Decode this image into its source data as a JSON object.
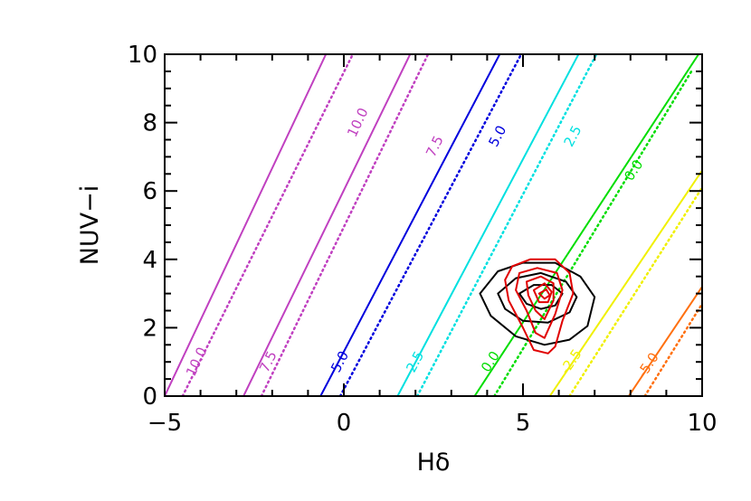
{
  "chart_data": {
    "type": "line",
    "xlabel": "Hδ",
    "ylabel": "NUV−i",
    "xlim": [
      -5,
      10
    ],
    "ylim": [
      0,
      10
    ],
    "x_ticks": [
      -5,
      0,
      5,
      10
    ],
    "x_tick_labels": [
      "−5",
      "0",
      "5",
      "10"
    ],
    "y_ticks": [
      0,
      2,
      4,
      6,
      8,
      10
    ],
    "y_tick_labels": [
      "0",
      "2",
      "4",
      "6",
      "8",
      "10"
    ],
    "grid": false,
    "series": [
      {
        "label": "10.0",
        "style": "solid",
        "color": "#c040c0",
        "points": [
          [
            -5,
            0
          ],
          [
            -0.5,
            10
          ]
        ],
        "label_at": [
          [
            -4.1,
            1.0
          ],
          [
            0.4,
            8.0
          ]
        ]
      },
      {
        "label": "10.0",
        "style": "dotted",
        "color": "#c040c0",
        "points": [
          [
            -4.5,
            0
          ],
          [
            0.25,
            10
          ]
        ]
      },
      {
        "label": "7.5",
        "style": "solid",
        "color": "#c040c0",
        "points": [
          [
            -2.8,
            0
          ],
          [
            1.85,
            10
          ]
        ],
        "label_at": [
          [
            -2.1,
            1.0
          ],
          [
            2.55,
            7.3
          ]
        ]
      },
      {
        "label": "7.5",
        "style": "dotted",
        "color": "#c040c0",
        "points": [
          [
            -2.3,
            0
          ],
          [
            2.35,
            10
          ]
        ]
      },
      {
        "label": "5.0",
        "style": "solid",
        "color": "#0000dd",
        "points": [
          [
            -0.65,
            0
          ],
          [
            4.35,
            10
          ]
        ],
        "label_at": [
          [
            -0.1,
            1.0
          ],
          [
            4.3,
            7.6
          ]
        ]
      },
      {
        "label": "5.0",
        "style": "dotted",
        "color": "#0000dd",
        "points": [
          [
            -0.1,
            0
          ],
          [
            4.95,
            10
          ]
        ]
      },
      {
        "label": "2.5",
        "style": "solid",
        "color": "#00e0e0",
        "points": [
          [
            1.5,
            0
          ],
          [
            6.55,
            10
          ]
        ],
        "label_at": [
          [
            2.0,
            1.0
          ],
          [
            6.4,
            7.6
          ]
        ]
      },
      {
        "label": "2.5",
        "style": "dotted",
        "color": "#00e0e0",
        "points": [
          [
            2.05,
            0
          ],
          [
            7.05,
            10
          ]
        ]
      },
      {
        "label": "0.0",
        "style": "solid",
        "color": "#00dd00",
        "points": [
          [
            3.65,
            0
          ],
          [
            9.9,
            10
          ]
        ],
        "label_at": [
          [
            4.1,
            1.0
          ],
          [
            8.1,
            6.6
          ]
        ]
      },
      {
        "label": "0.0",
        "style": "dotted",
        "color": "#00dd00",
        "points": [
          [
            4.2,
            0
          ],
          [
            9.7,
            9.5
          ]
        ]
      },
      {
        "label": "-2.5",
        "style": "solid",
        "color": "#f0f000",
        "points": [
          [
            5.75,
            0
          ],
          [
            10,
            6.6
          ]
        ],
        "label_at": [
          [
            6.35,
            1.0
          ]
        ]
      },
      {
        "label": "-2.5",
        "style": "dotted",
        "color": "#f0f000",
        "points": [
          [
            6.3,
            0
          ],
          [
            10,
            6.1
          ]
        ]
      },
      {
        "label": "-5.0",
        "style": "solid",
        "color": "#ff7010",
        "points": [
          [
            7.95,
            0
          ],
          [
            10,
            3.2
          ]
        ],
        "label_at": [
          [
            8.5,
            0.9
          ]
        ]
      },
      {
        "label": "-5.0",
        "style": "dotted",
        "color": "#ff7010",
        "points": [
          [
            8.4,
            0
          ],
          [
            10,
            2.7
          ]
        ]
      }
    ],
    "contours": [
      {
        "color": "#000000",
        "points": [
          [
            3.8,
            3.0
          ],
          [
            4.3,
            3.65
          ],
          [
            5.0,
            3.9
          ],
          [
            5.9,
            3.9
          ],
          [
            6.6,
            3.5
          ],
          [
            7.0,
            2.9
          ],
          [
            6.8,
            2.05
          ],
          [
            6.3,
            1.65
          ],
          [
            5.6,
            1.5
          ],
          [
            4.8,
            1.75
          ],
          [
            4.1,
            2.35
          ]
        ]
      },
      {
        "color": "#000000",
        "points": [
          [
            4.3,
            3.0
          ],
          [
            4.8,
            3.45
          ],
          [
            5.5,
            3.6
          ],
          [
            6.2,
            3.35
          ],
          [
            6.5,
            2.9
          ],
          [
            6.3,
            2.45
          ],
          [
            5.7,
            2.15
          ],
          [
            5.0,
            2.2
          ],
          [
            4.5,
            2.55
          ]
        ]
      },
      {
        "color": "#000000",
        "points": [
          [
            4.9,
            3.0
          ],
          [
            5.3,
            3.25
          ],
          [
            5.8,
            3.25
          ],
          [
            6.1,
            3.0
          ],
          [
            5.9,
            2.65
          ],
          [
            5.5,
            2.55
          ],
          [
            5.1,
            2.7
          ]
        ]
      },
      {
        "color": "#e00000",
        "points": [
          [
            4.7,
            3.8
          ],
          [
            5.2,
            4.0
          ],
          [
            5.9,
            4.0
          ],
          [
            6.3,
            3.6
          ],
          [
            6.4,
            3.0
          ],
          [
            6.1,
            2.2
          ],
          [
            5.9,
            1.45
          ],
          [
            5.7,
            1.25
          ],
          [
            5.3,
            1.35
          ],
          [
            5.0,
            2.0
          ],
          [
            4.6,
            2.8
          ],
          [
            4.5,
            3.4
          ]
        ]
      },
      {
        "color": "#e00000",
        "points": [
          [
            4.9,
            3.6
          ],
          [
            5.4,
            3.75
          ],
          [
            5.95,
            3.6
          ],
          [
            6.1,
            3.1
          ],
          [
            5.9,
            2.4
          ],
          [
            5.6,
            1.7
          ],
          [
            5.35,
            1.85
          ],
          [
            5.1,
            2.5
          ],
          [
            4.8,
            3.1
          ]
        ]
      },
      {
        "color": "#e00000",
        "points": [
          [
            5.1,
            3.35
          ],
          [
            5.5,
            3.5
          ],
          [
            5.85,
            3.3
          ],
          [
            5.85,
            2.8
          ],
          [
            5.6,
            2.25
          ],
          [
            5.35,
            2.5
          ],
          [
            5.15,
            2.95
          ]
        ]
      },
      {
        "color": "#e00000",
        "points": [
          [
            5.3,
            3.1
          ],
          [
            5.6,
            3.3
          ],
          [
            5.8,
            3.05
          ],
          [
            5.7,
            2.75
          ],
          [
            5.45,
            2.75
          ]
        ]
      },
      {
        "color": "#e00000",
        "points": [
          [
            5.45,
            3.0
          ],
          [
            5.65,
            3.12
          ],
          [
            5.75,
            2.95
          ],
          [
            5.6,
            2.85
          ]
        ]
      }
    ]
  }
}
